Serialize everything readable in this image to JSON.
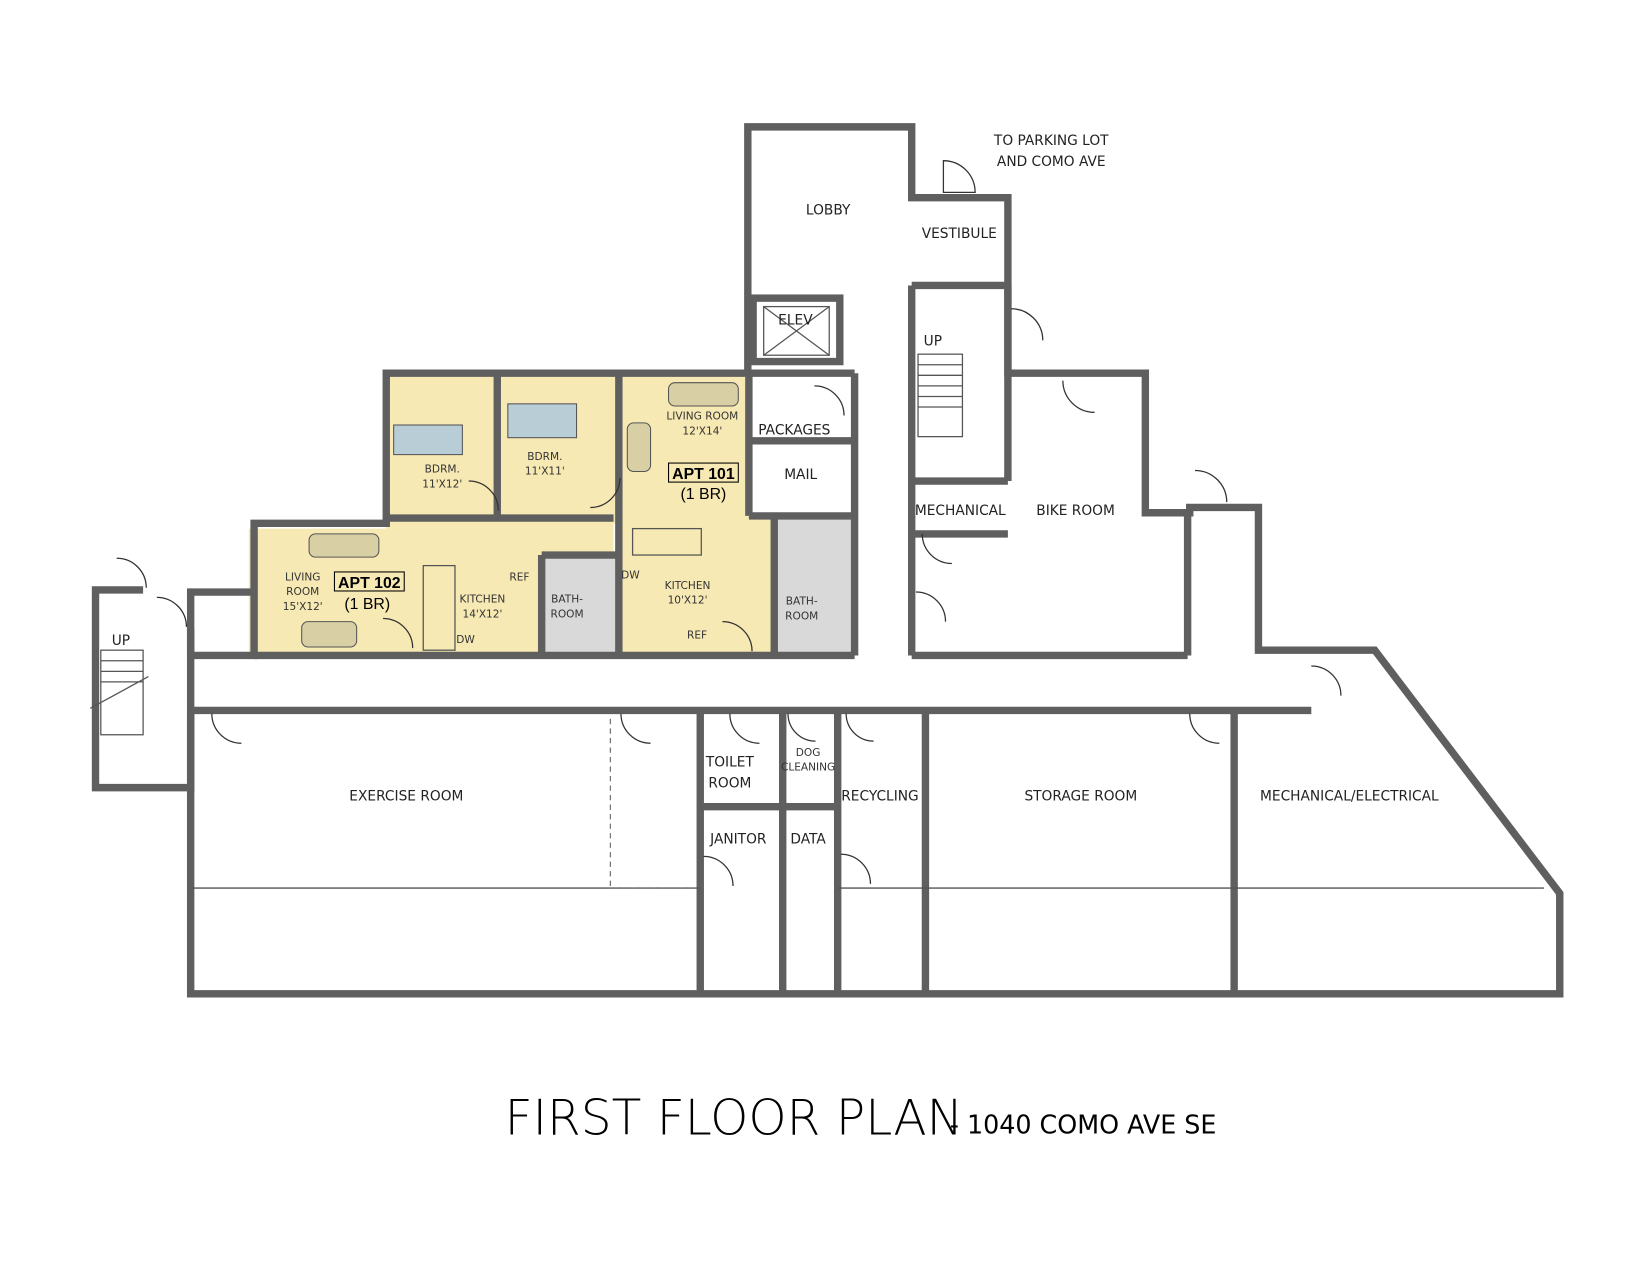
{
  "title": "FIRST FLOOR PLAN",
  "subtitle": "- 1040 COMO AVE SE",
  "note": {
    "line1": "TO PARKING LOT",
    "line2": "AND COMO AVE"
  },
  "colors": {
    "apartment_fill": "#f7e9b4",
    "bathroom_fill": "#d9d9d9",
    "wall": "#5f5f5f"
  },
  "apartments": [
    {
      "name": "APT 101",
      "type": "(1 BR)",
      "rooms": {
        "bedroom": "BDRM.",
        "bedroom_size": "11'X11'",
        "living": "LIVING ROOM",
        "living_size": "12'X14'",
        "kitchen": "KITCHEN",
        "kitchen_size": "10'X12'",
        "bath1": "BATH-",
        "bath2": "ROOM",
        "dw": "DW",
        "ref": "REF"
      }
    },
    {
      "name": "APT 102",
      "type": "(1 BR)",
      "rooms": {
        "bedroom": "BDRM.",
        "bedroom_size": "11'X12'",
        "living1": "LIVING",
        "living2": "ROOM",
        "living_size": "15'X12'",
        "kitchen": "KITCHEN",
        "kitchen_size": "14'X12'",
        "bath1": "BATH-",
        "bath2": "ROOM",
        "dw": "DW",
        "ref": "REF"
      }
    }
  ],
  "rooms": {
    "lobby": "LOBBY",
    "vestibule": "VESTIBULE",
    "elevator": "ELEV",
    "packages": "PACKAGES",
    "mail": "MAIL",
    "up1": "UP",
    "up2": "UP",
    "mechanical": "MECHANICAL",
    "bike_room": "BIKE ROOM",
    "exercise_room": "EXERCISE ROOM",
    "toilet1": "TOILET",
    "toilet2": "ROOM",
    "dog1": "DOG",
    "dog2": "CLEANING",
    "janitor": "JANITOR",
    "data": "DATA",
    "recycling": "RECYCLING",
    "storage_room": "STORAGE ROOM",
    "mech_elec": "MECHANICAL/ELECTRICAL"
  }
}
